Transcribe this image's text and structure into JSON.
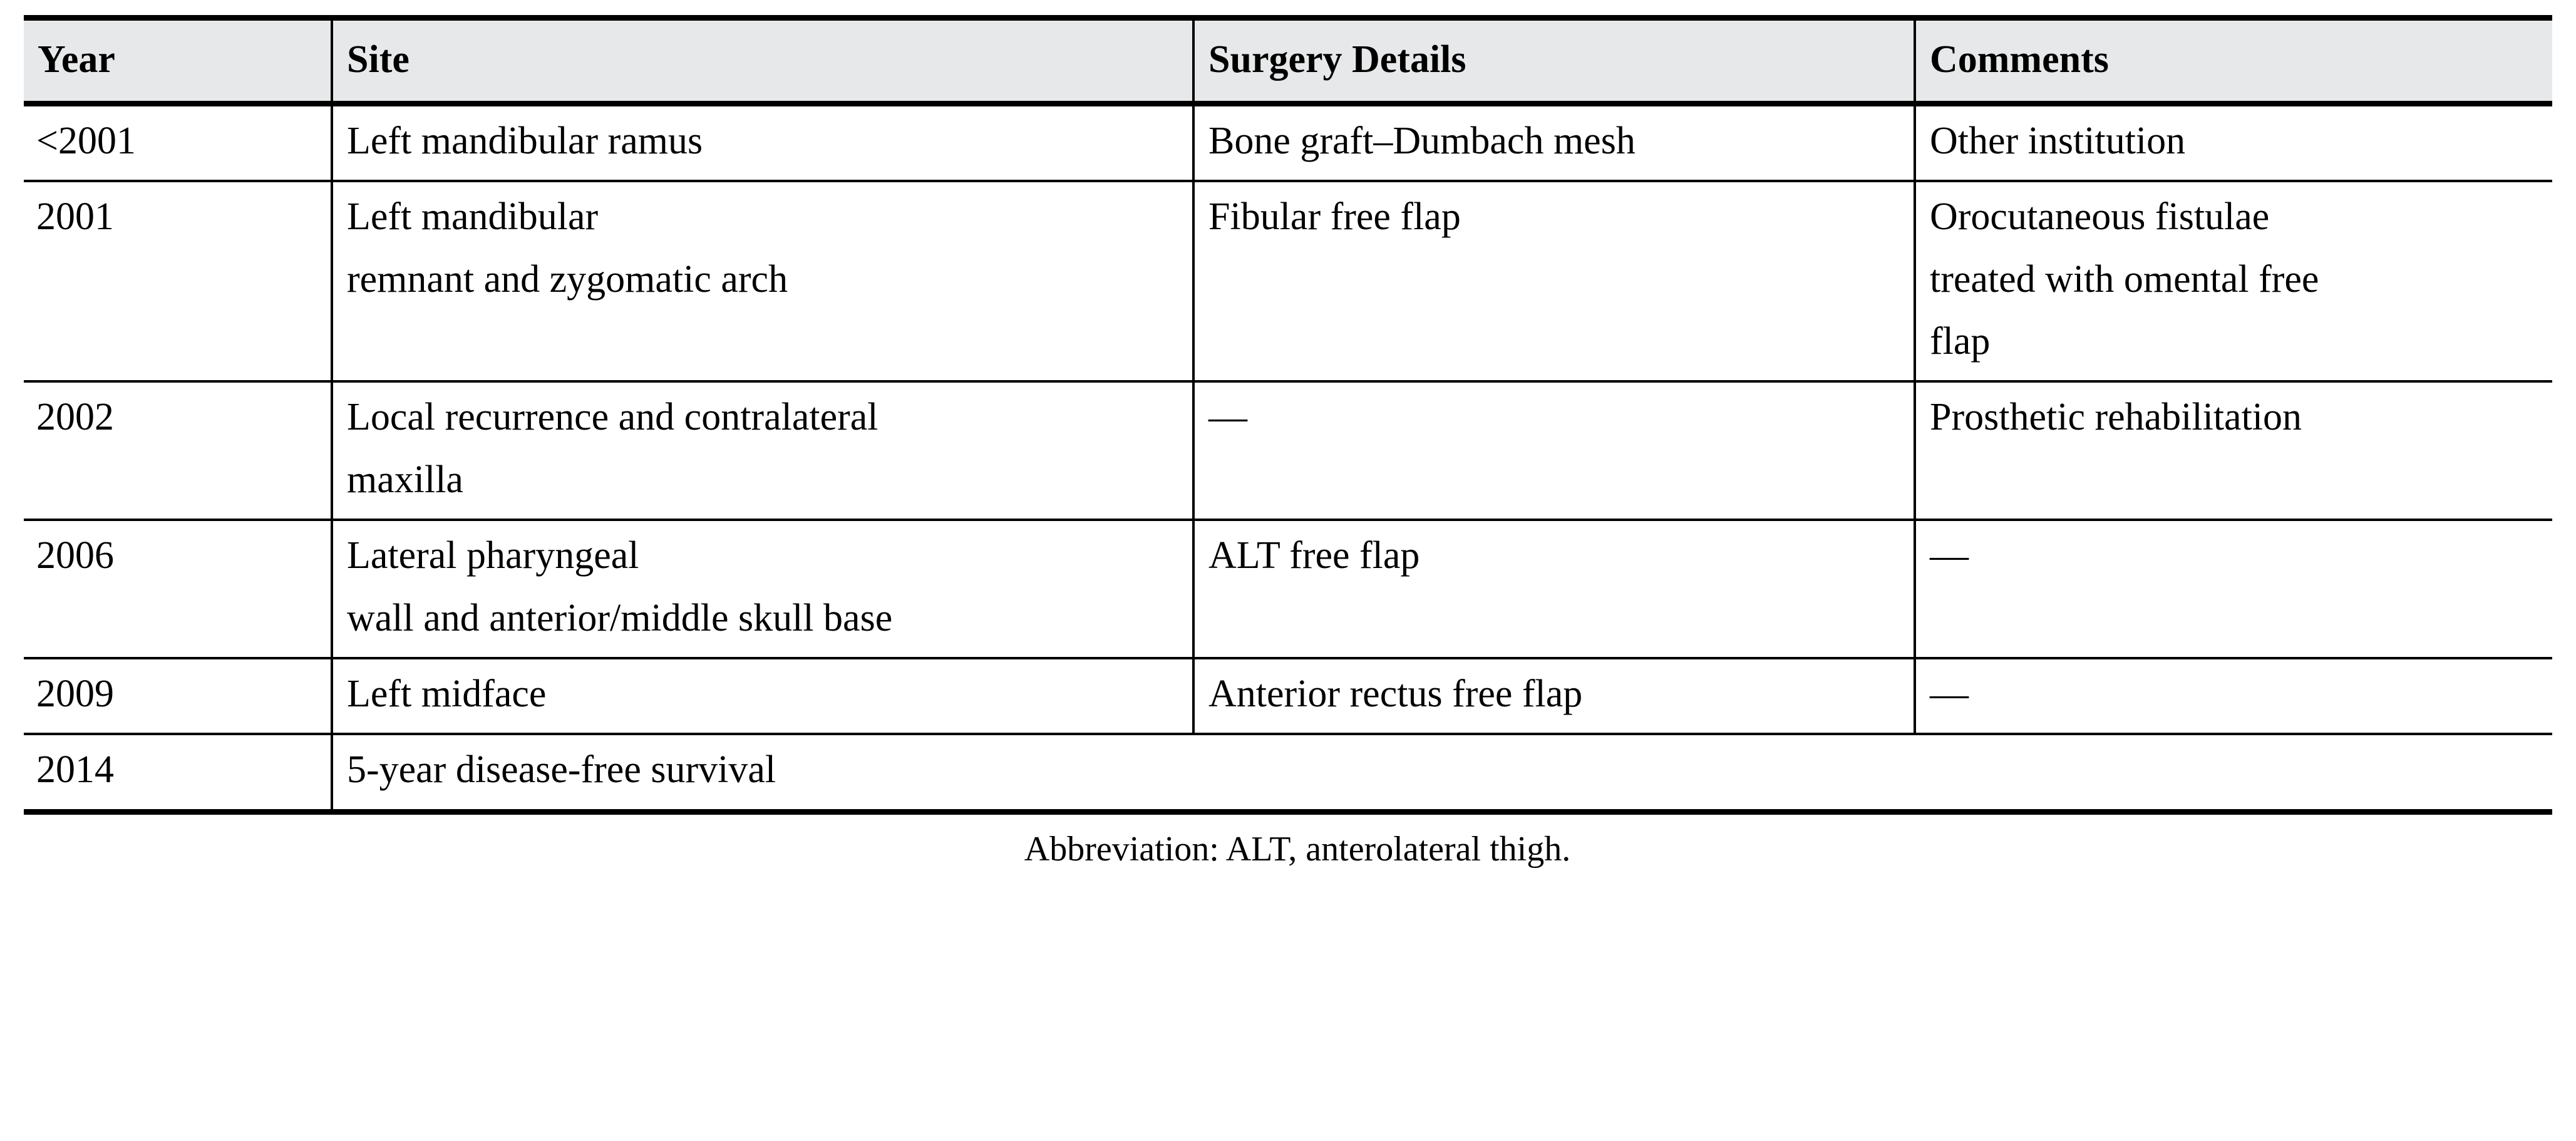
{
  "table": {
    "columns": [
      {
        "key": "year",
        "label": "Year"
      },
      {
        "key": "site",
        "label": "Site"
      },
      {
        "key": "surgery",
        "label": "Surgery Details"
      },
      {
        "key": "comments",
        "label": "Comments"
      }
    ],
    "rows": [
      {
        "year": "<2001",
        "site": [
          "Left mandibular ramus"
        ],
        "surgery": [
          "Bone graft–Dumbach mesh"
        ],
        "comments": [
          "Other institution"
        ]
      },
      {
        "year": "2001",
        "site": [
          "Left mandibular",
          "remnant and zygomatic arch"
        ],
        "surgery": [
          "Fibular free flap"
        ],
        "comments": [
          "Orocutaneous fistulae",
          "treated with omental free",
          "flap"
        ]
      },
      {
        "year": "2002",
        "site": [
          "Local recurrence and contralateral",
          "maxilla"
        ],
        "surgery": [
          "—"
        ],
        "comments": [
          "Prosthetic rehabilitation"
        ]
      },
      {
        "year": "2006",
        "site": [
          "Lateral pharyngeal",
          "wall and anterior/middle skull base"
        ],
        "surgery": [
          "ALT free flap"
        ],
        "comments": [
          "—"
        ]
      },
      {
        "year": "2009",
        "site": [
          "Left midface"
        ],
        "surgery": [
          "Anterior rectus free flap"
        ],
        "comments": [
          "—"
        ]
      }
    ],
    "final_row": {
      "year": "2014",
      "span_text": "5-year disease-free survival"
    },
    "footnote": "Abbreviation: ALT, anterolateral thigh."
  },
  "colors": {
    "header_background": "#e7e8e9",
    "rule": "#000000",
    "text": "#000000",
    "page_background": "#ffffff"
  }
}
